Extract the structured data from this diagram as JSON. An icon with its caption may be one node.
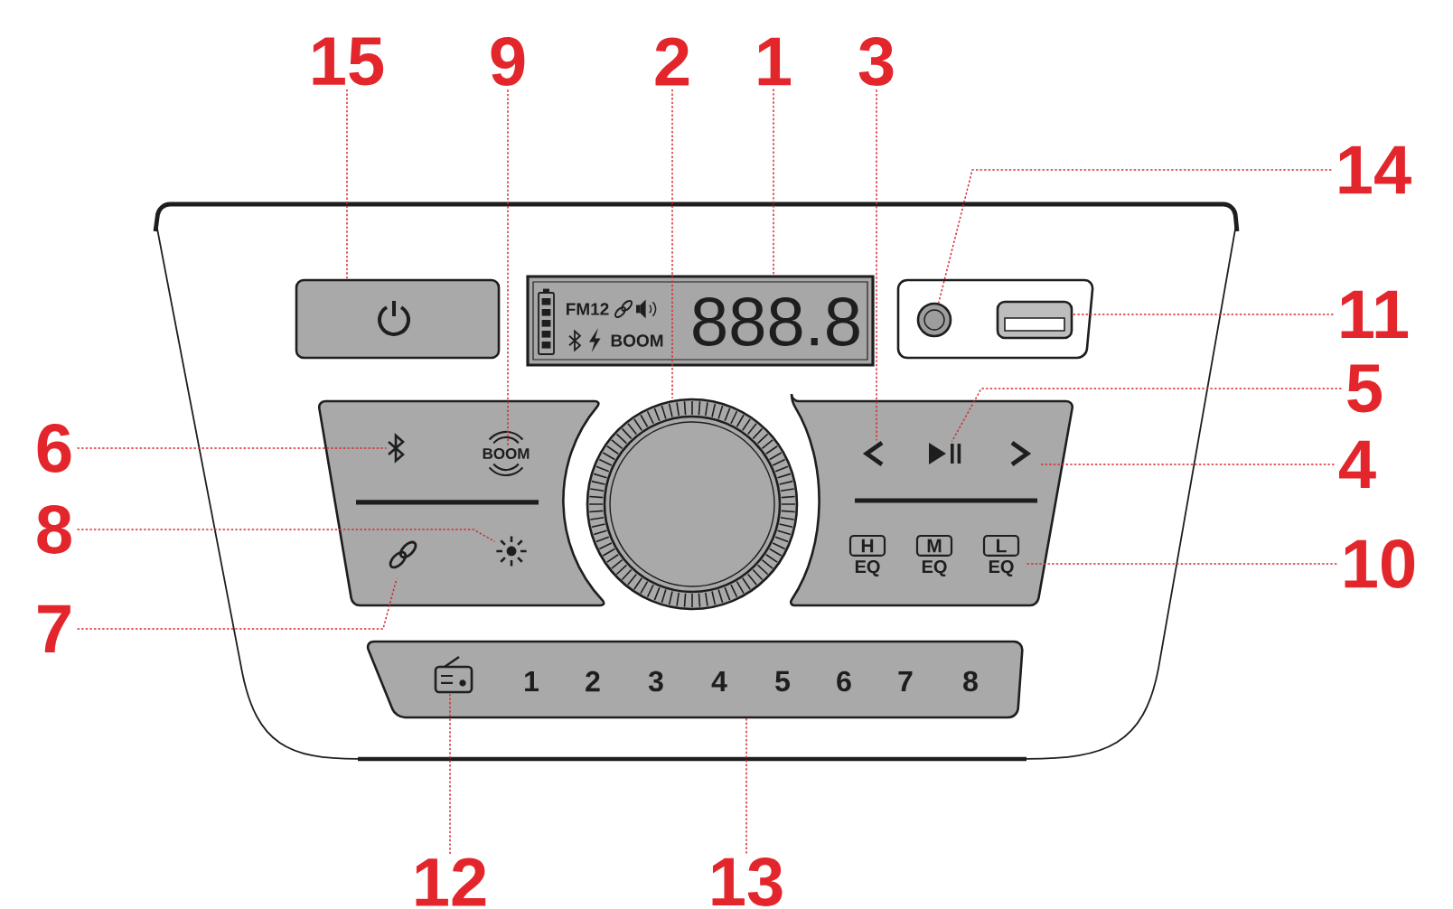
{
  "diagram": {
    "nodes": [
      {
        "text": [
          "15"
        ]
      },
      {
        "text": [
          "9"
        ]
      },
      {
        "text": [
          "2"
        ]
      },
      {
        "text": [
          "1"
        ]
      },
      {
        "text": [
          "3"
        ]
      },
      {
        "text": [
          "14"
        ]
      },
      {
        "text": [
          "11"
        ]
      },
      {
        "text": [
          "5"
        ]
      },
      {
        "text": [
          "6"
        ]
      },
      {
        "text": [
          "4"
        ]
      },
      {
        "text": [
          "8"
        ]
      },
      {
        "text": [
          "10"
        ]
      },
      {
        "text": [
          "7"
        ]
      },
      {
        "text": [
          "12"
        ]
      },
      {
        "text": [
          "13"
        ]
      },
      {
        "text": [],
        "shape": "box"
      },
      {
        "text": [
          "FM12",
          "BOOM",
          "888.8"
        ]
      },
      {
        "text": [],
        "shape": "circle"
      },
      {
        "text": [],
        "shape": "box"
      },
      {
        "text": [],
        "shape": "picture"
      },
      {
        "text": [
          "BOOM"
        ]
      },
      {
        "text": [],
        "shape": "circle"
      },
      {
        "text": [],
        "shape": "picture"
      },
      {
        "text": [],
        "shape": "picture"
      },
      {
        "text": [],
        "shape": "picture"
      },
      {
        "text": [],
        "shape": "picture"
      },
      {
        "text": [],
        "shape": "picture"
      },
      {
        "text": [
          "H",
          "EQ"
        ]
      },
      {
        "text": [
          "M",
          "EQ"
        ]
      },
      {
        "text": [
          "L",
          "EQ"
        ]
      },
      {
        "text": [
          "1",
          "2",
          "3",
          "4",
          "5",
          "6",
          "7",
          "8"
        ]
      },
      {
        "text": [],
        "shape": "picture",
        "in": 30
      }
    ],
    "edges": [
      {
        "from": 0,
        "to": 15,
        "arrow": "none"
      },
      {
        "from": 1,
        "to": 20,
        "arrow": "none"
      },
      {
        "from": 2,
        "to": 21,
        "arrow": "none"
      },
      {
        "from": 3,
        "to": 16,
        "arrow": "none"
      },
      {
        "from": 4,
        "to": 22,
        "arrow": "none"
      },
      {
        "from": 5,
        "to": 17,
        "arrow": "none"
      },
      {
        "from": 6,
        "to": 18,
        "arrow": "none"
      },
      {
        "from": 7,
        "to": 23,
        "arrow": "none"
      },
      {
        "from": 8,
        "to": 19,
        "arrow": "none"
      },
      {
        "from": 9,
        "to": 24,
        "arrow": "none"
      },
      {
        "from": 10,
        "to": 26,
        "arrow": "none"
      },
      {
        "from": 11,
        "to": 29,
        "arrow": "none"
      },
      {
        "from": 12,
        "to": 25,
        "arrow": "none"
      },
      {
        "from": 13,
        "to": 31,
        "arrow": "none"
      },
      {
        "from": 14,
        "to": 30,
        "arrow": "none"
      }
    ]
  }
}
